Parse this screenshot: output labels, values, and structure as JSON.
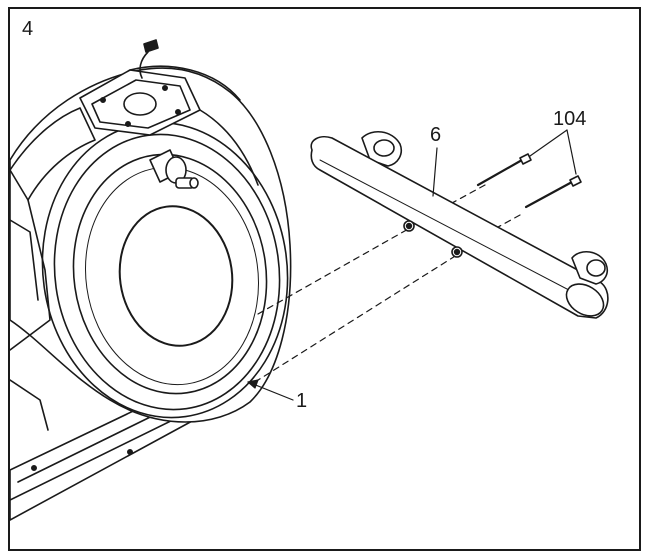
{
  "step": {
    "number": "4"
  },
  "callouts": {
    "stabilizer": "6",
    "bolts": "104",
    "frame": "1"
  },
  "colors": {
    "line": "#1a1a1a",
    "fill": "#ffffff",
    "shade": "#e6e6e6"
  }
}
